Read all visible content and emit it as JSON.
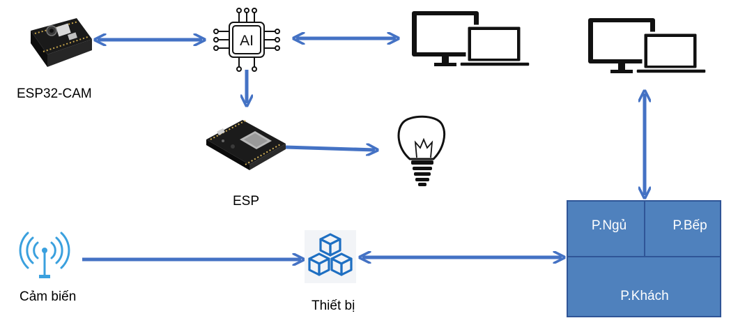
{
  "labels": {
    "esp32_cam": "ESP32-CAM",
    "ai": "AI",
    "esp": "ESP",
    "sensor": "Cảm biến",
    "device": "Thiết bị"
  },
  "rooms": {
    "bedroom": "P.Ngủ",
    "kitchen": "P.Bếp",
    "living": "P.Khách"
  },
  "colors": {
    "arrow": "#4472c4",
    "room_fill": "#4f81bd",
    "room_border": "#2f5597",
    "icon_dark": "#111111",
    "hub_blue": "#1e6fc2"
  },
  "icons": {
    "camera_board": "esp32-cam-board-image",
    "ai_chip": "ai-chip-icon",
    "esp_board": "nodemcu-esp-board-image",
    "bulb": "light-bulb-icon",
    "monitor_laptop": "monitor-laptop-icon",
    "wifi_sensor": "wifi-antenna-icon",
    "hub": "cubes-hub-icon"
  }
}
